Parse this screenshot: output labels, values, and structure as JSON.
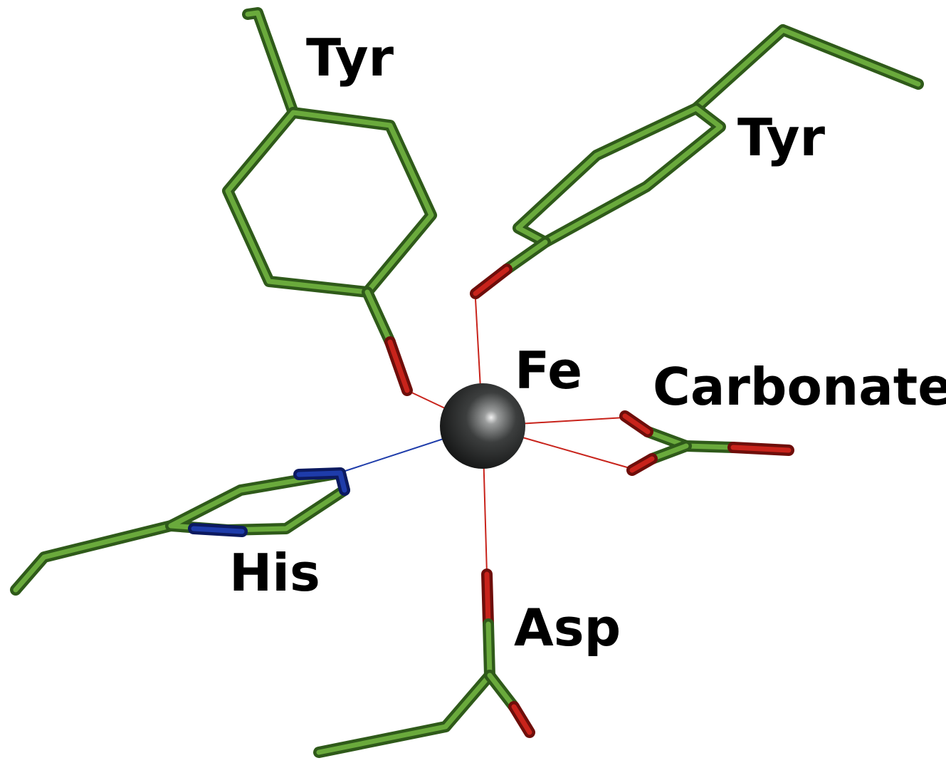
{
  "labels": {
    "tyr_top_left": "Tyr",
    "tyr_top_right": "Tyr",
    "fe": "Fe",
    "carbonate": "Carbonate",
    "his": "His",
    "asp": "Asp"
  },
  "colors": {
    "carbon": "#6aaa3c",
    "carbon_shadow": "#2f5a1a",
    "carbon_highlight": "#a8d878",
    "oxygen": "#c8231b",
    "oxygen_shadow": "#6e0e0a",
    "nitrogen": "#1e3caa",
    "nitrogen_shadow": "#0c1a60",
    "metal": "#3a3c3c",
    "coordination_bond_metal": "#3a3c3c"
  }
}
